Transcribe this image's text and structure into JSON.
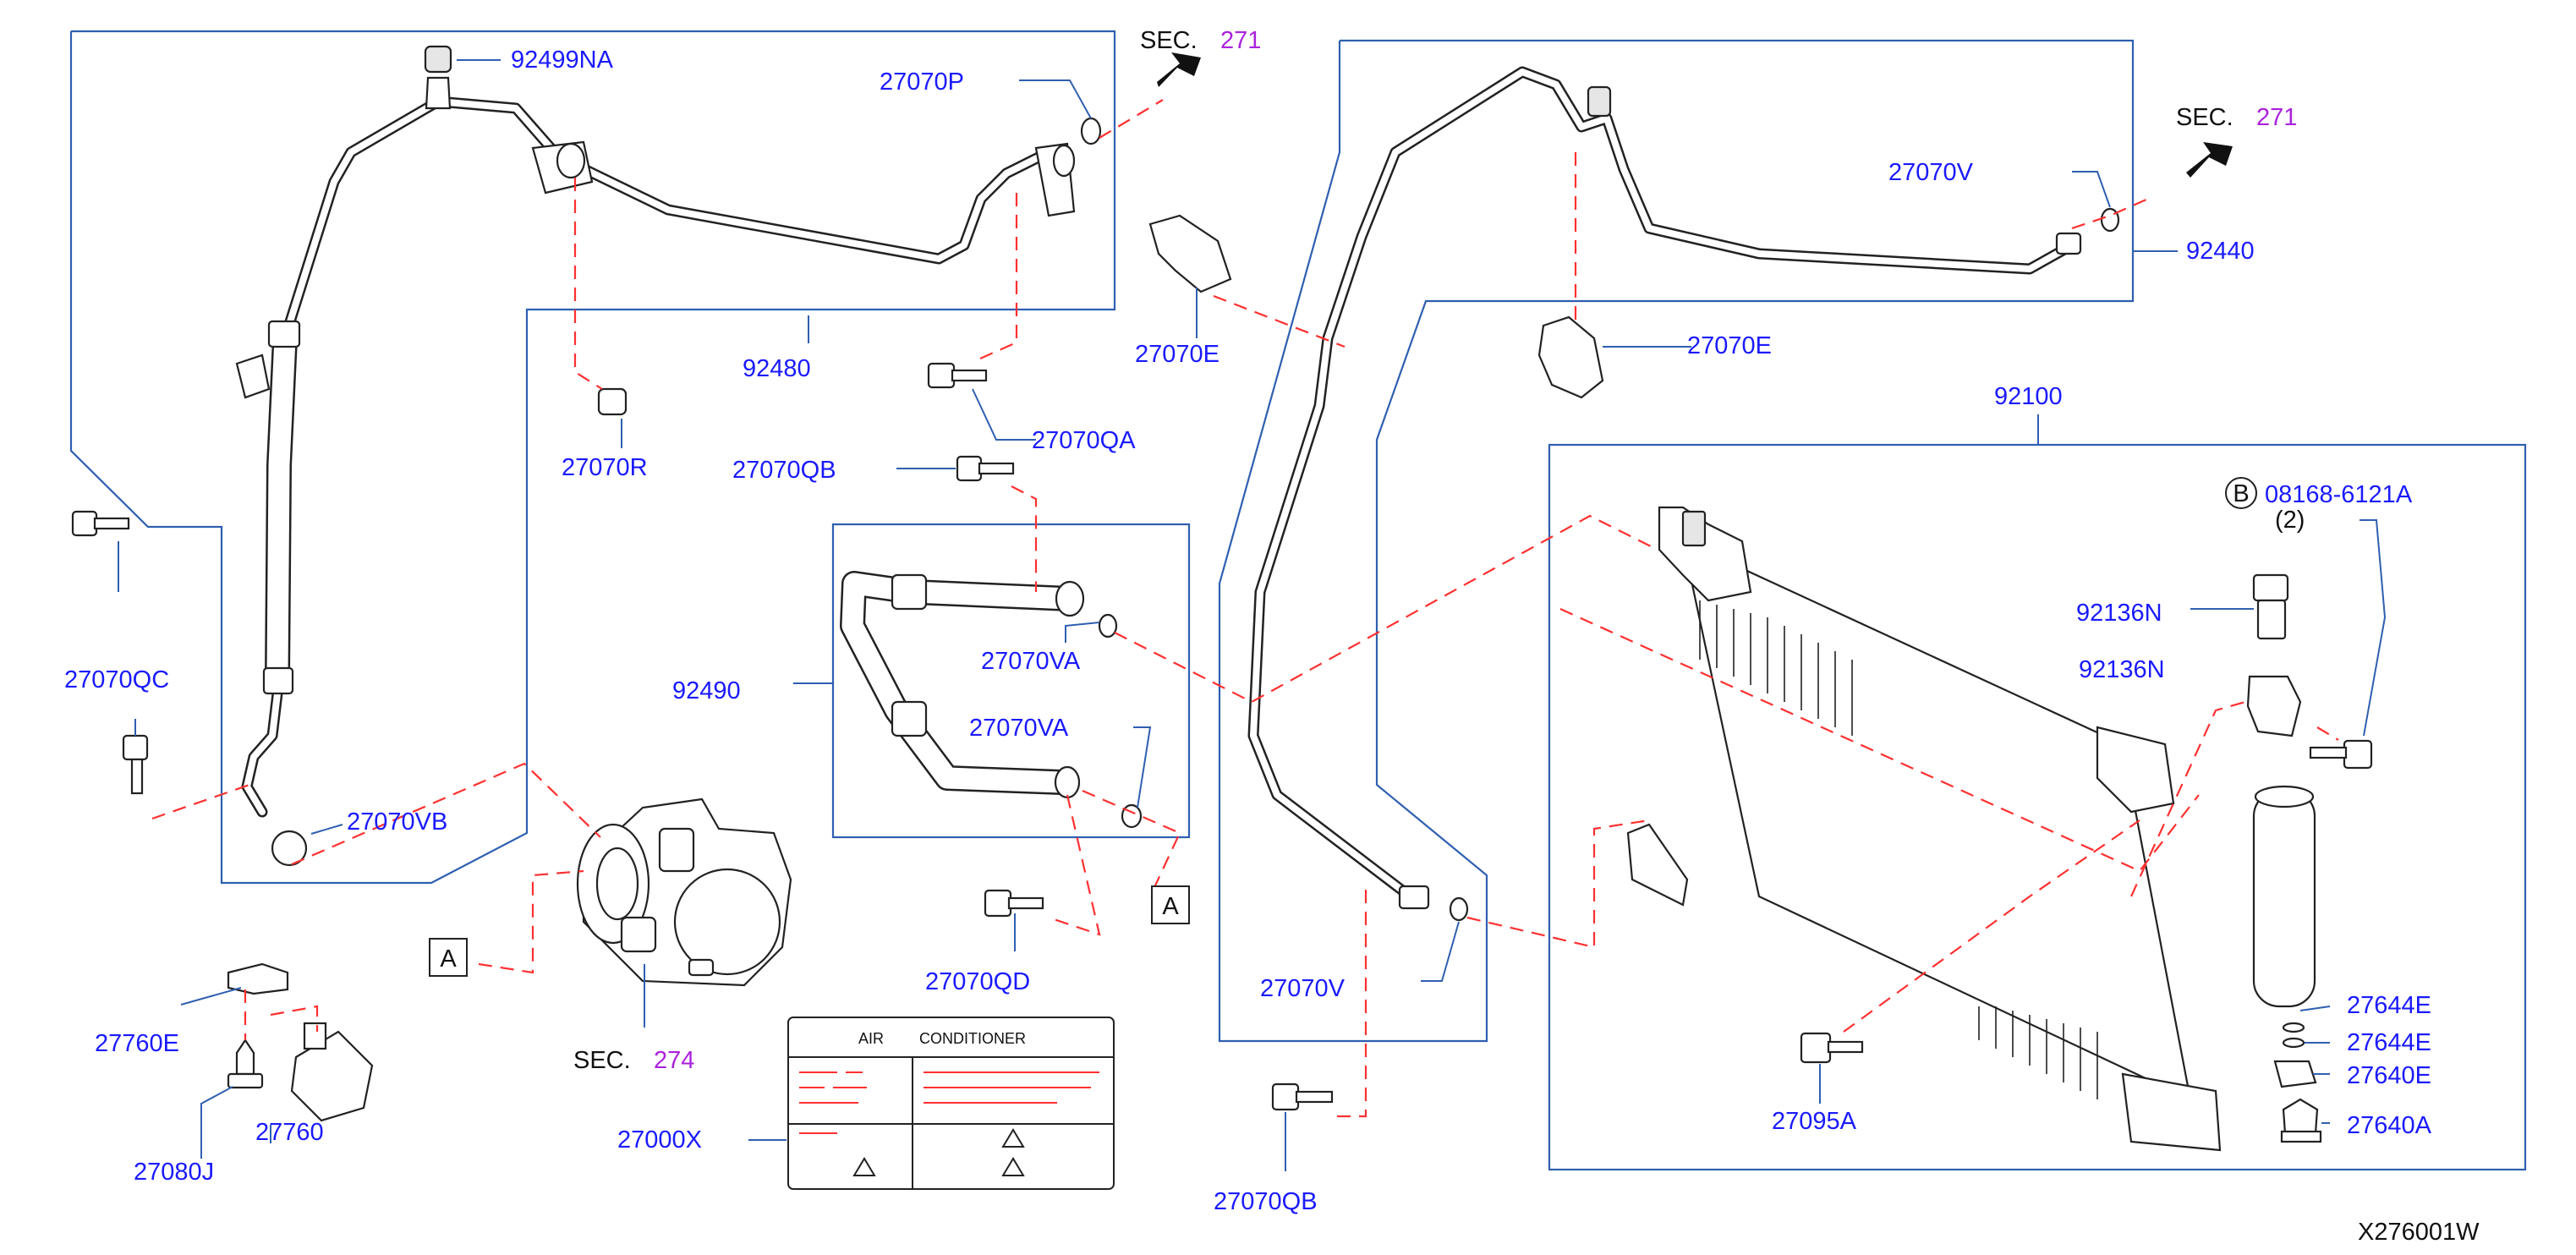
{
  "labels": {
    "p92499NA": "92499NA",
    "p27070P": "27070P",
    "p92480": "92480",
    "p27070R": "27070R",
    "p27070QA": "27070QA",
    "p27070QB_top": "27070QB",
    "p27070QB_bottom": "27070QB",
    "p27070QC": "27070QC",
    "p27070VB": "27070VB",
    "p27070VA_1": "27070VA",
    "p27070VA_2": "27070VA",
    "p92490": "92490",
    "p27070E_left": "27070E",
    "p27070E_right": "27070E",
    "p27070QD": "27070QD",
    "p27070V_top": "27070V",
    "p27070V_bottom": "27070V",
    "p92440": "92440",
    "p92100": "92100",
    "p08168": "08168-6121A",
    "qty": "(2)",
    "p92136N_1": "92136N",
    "p92136N_2": "92136N",
    "p27644E_1": "27644E",
    "p27644E_2": "27644E",
    "p27640E": "27640E",
    "p27640A": "27640A",
    "p27095A": "27095A",
    "p27760E": "27760E",
    "p27760": "27760",
    "p27080J": "27080J",
    "p27000X": "27000X",
    "sec_label": "SEC.",
    "sec_271": "271",
    "sec_274": "274",
    "callout_A": "A",
    "callout_B": "B",
    "plate_left": "AIR",
    "plate_right": "CONDITIONER",
    "diagram_id": "X276001W"
  },
  "colors": {
    "part_number": "#1a1aff",
    "section_ref": "#aa22dd",
    "leader_line": "#2f5fb0",
    "dashed_connector": "#ff3030",
    "drawing": "#222222"
  }
}
